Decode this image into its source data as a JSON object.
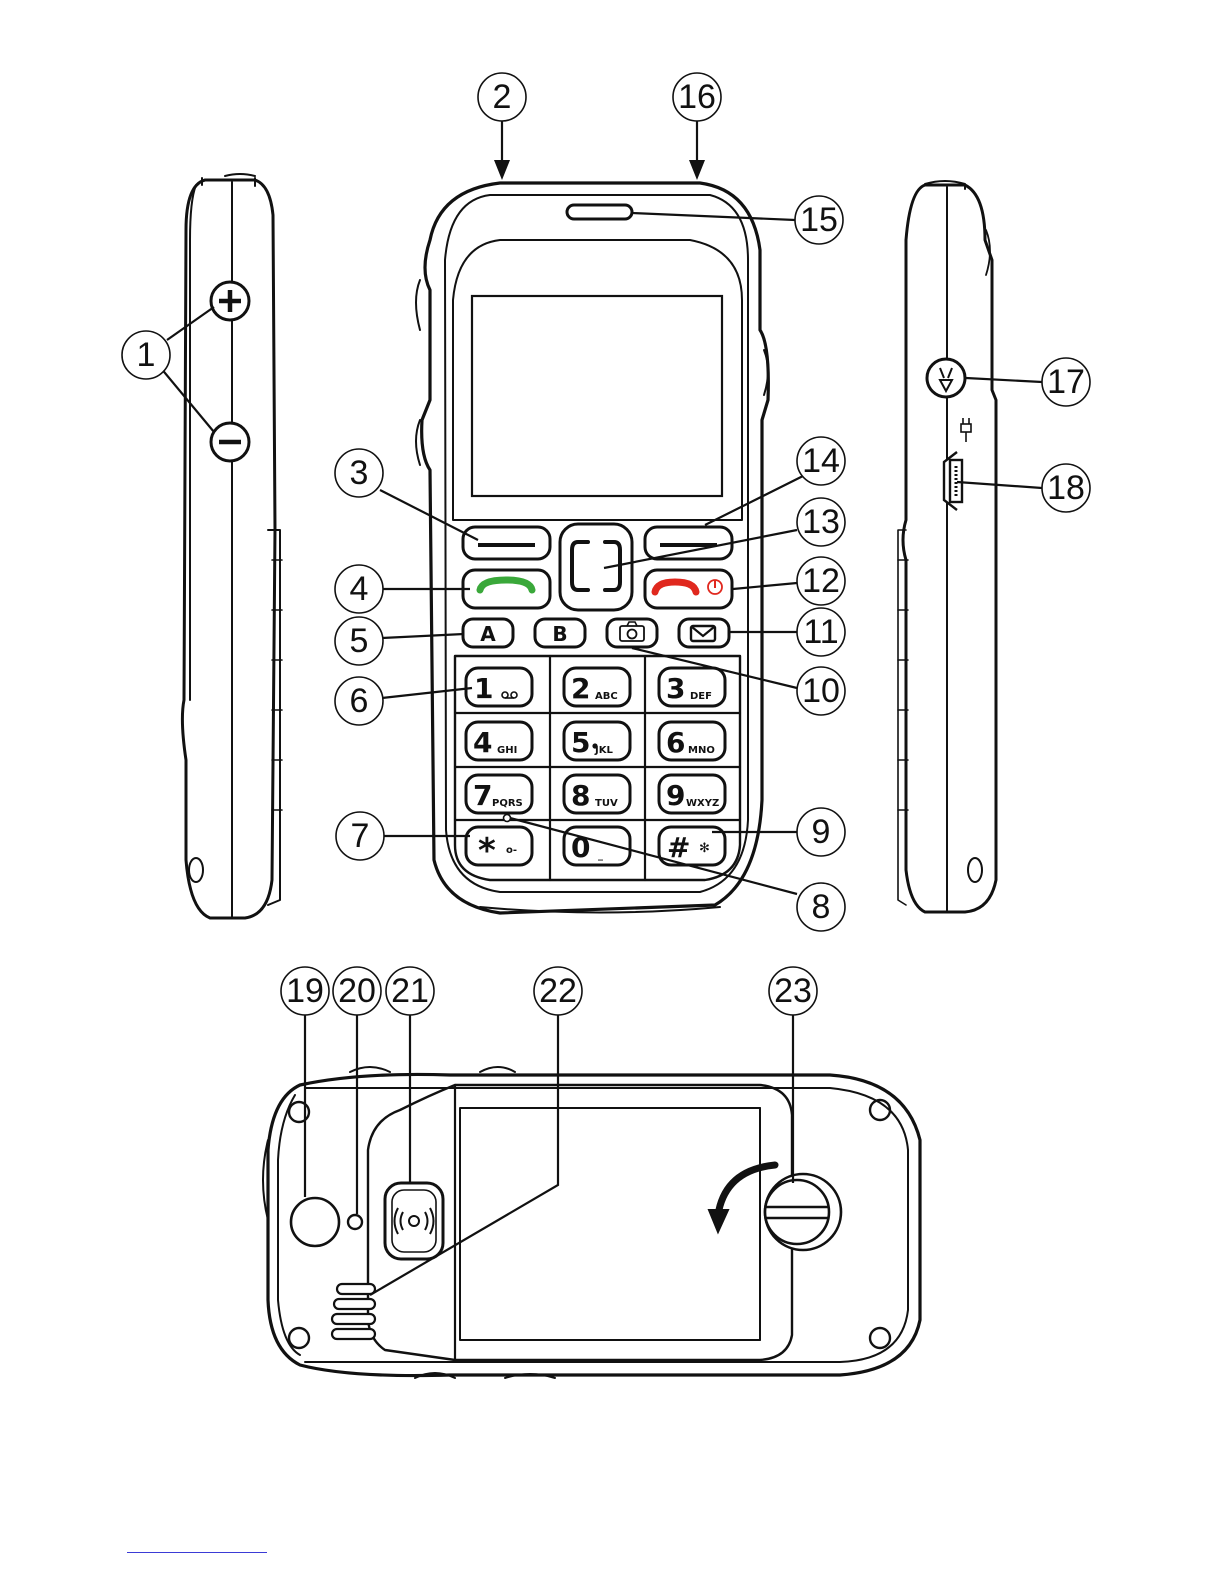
{
  "callouts": [
    {
      "id": "callout-1",
      "label": "1"
    },
    {
      "id": "callout-2",
      "label": "2"
    },
    {
      "id": "callout-3",
      "label": "3"
    },
    {
      "id": "callout-4",
      "label": "4"
    },
    {
      "id": "callout-5",
      "label": "5"
    },
    {
      "id": "callout-6",
      "label": "6"
    },
    {
      "id": "callout-7",
      "label": "7"
    },
    {
      "id": "callout-8",
      "label": "8"
    },
    {
      "id": "callout-9",
      "label": "9"
    },
    {
      "id": "callout-10",
      "label": "10"
    },
    {
      "id": "callout-11",
      "label": "11"
    },
    {
      "id": "callout-12",
      "label": "12"
    },
    {
      "id": "callout-13",
      "label": "13"
    },
    {
      "id": "callout-14",
      "label": "14"
    },
    {
      "id": "callout-15",
      "label": "15"
    },
    {
      "id": "callout-16",
      "label": "16"
    },
    {
      "id": "callout-17",
      "label": "17"
    },
    {
      "id": "callout-18",
      "label": "18"
    },
    {
      "id": "callout-19",
      "label": "19"
    },
    {
      "id": "callout-20",
      "label": "20"
    },
    {
      "id": "callout-21",
      "label": "21"
    },
    {
      "id": "callout-22",
      "label": "22"
    },
    {
      "id": "callout-23",
      "label": "23"
    }
  ],
  "keys": {
    "k1": {
      "main": "1",
      "sub": "oo"
    },
    "k2": {
      "main": "2",
      "sub": "ABC"
    },
    "k3": {
      "main": "3",
      "sub": "DEF"
    },
    "k4": {
      "main": "4",
      "sub": "GHI"
    },
    "k5": {
      "main": "5",
      "sub": "JKL"
    },
    "k6": {
      "main": "6",
      "sub": "MNO"
    },
    "k7": {
      "main": "7",
      "sub": "PQRS"
    },
    "k8": {
      "main": "8",
      "sub": "TUV"
    },
    "k9": {
      "main": "9",
      "sub": "WXYZ"
    },
    "kstar": {
      "main": "*",
      "sub": "o-"
    },
    "k0": {
      "main": "0",
      "sub": "_"
    },
    "khash": {
      "main": "#",
      "sub": "✻"
    },
    "kA": {
      "main": "A"
    },
    "kB": {
      "main": "B"
    }
  },
  "colors": {
    "call_key": "#3aa83a",
    "end_key": "#e0281e",
    "ink": "#111111",
    "link": "#3b3bd6"
  },
  "icons": {
    "volume_up": "plus-icon",
    "volume_down": "minus-icon",
    "camera": "camera-icon",
    "message": "envelope-icon",
    "power": "power-icon",
    "lanyard": "lanyard-icon",
    "charger": "plug-icon",
    "sos": "sos-icon",
    "rotate": "rotate-arrow-icon"
  }
}
